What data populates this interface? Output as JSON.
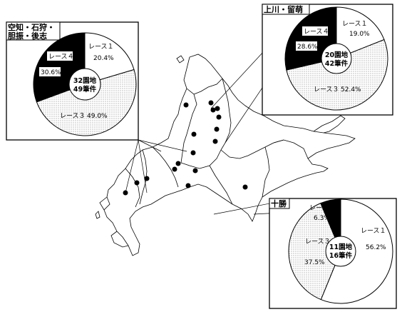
{
  "regions": [
    {
      "id": "sorachi",
      "title_line1": "空知・石狩・",
      "title_line2": "胆振・後志",
      "center_line1": "32園地",
      "center_line2": "49筆件",
      "segments": [
        {
          "label": "レース１",
          "pct": "20.4%",
          "value": 20.4,
          "fill": "white"
        },
        {
          "label": "レース３",
          "pct": "49.0%",
          "value": 49.0,
          "fill": "dots"
        },
        {
          "label": "レース４",
          "pct": "30.6%",
          "value": 30.6,
          "fill": "black"
        }
      ]
    },
    {
      "id": "kamikawa",
      "title_line1": "上川・留萌",
      "center_line1": "20園地",
      "center_line2": "42筆件",
      "segments": [
        {
          "label": "レース１",
          "pct": "19.0%",
          "value": 19.0,
          "fill": "white"
        },
        {
          "label": "レース３",
          "pct": "52.4%",
          "value": 52.4,
          "fill": "dots"
        },
        {
          "label": "レース４",
          "pct": "28.6%",
          "value": 28.6,
          "fill": "black"
        }
      ]
    },
    {
      "id": "tokachi",
      "title_line1": "十勝",
      "center_line1": "11園地",
      "center_line2": "16筆件",
      "segments": [
        {
          "label": "レース１",
          "pct": "56.2%",
          "value": 56.2,
          "fill": "white"
        },
        {
          "label": "レース３",
          "pct": "37.5%",
          "value": 37.5,
          "fill": "dots"
        },
        {
          "label": "レース４",
          "pct": "6.3%",
          "value": 6.3,
          "fill": "black"
        }
      ]
    }
  ],
  "colors": {
    "ink": "#000000",
    "paper": "#ffffff",
    "dot": "#7a7a7a"
  }
}
